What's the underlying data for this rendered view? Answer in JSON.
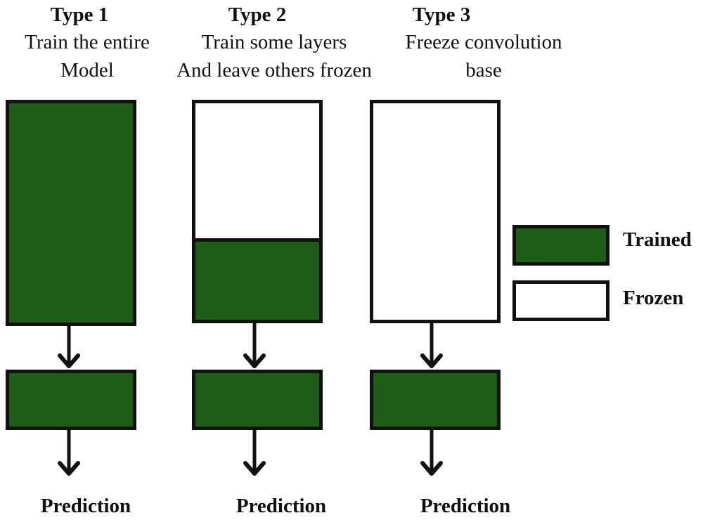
{
  "colors": {
    "trained": "#1e5d16",
    "frozen": "#ffffff",
    "outline": "#111111"
  },
  "columns": [
    {
      "title": "Type 1",
      "subtitle_lines": [
        "Train the entire",
        "Model"
      ],
      "base_trained_fraction": 1.0,
      "head": "trained",
      "output_label": "Prediction"
    },
    {
      "title": "Type 2",
      "subtitle_lines": [
        "Train some layers",
        "And leave others frozen"
      ],
      "base_trained_fraction": 0.36,
      "head": "trained",
      "output_label": "Prediction"
    },
    {
      "title": "Type 3",
      "subtitle_lines": [
        "Freeze convolution",
        "base"
      ],
      "base_trained_fraction": 0.0,
      "head": "trained",
      "output_label": "Prediction"
    }
  ],
  "legend": [
    {
      "label": "Trained",
      "state": "trained"
    },
    {
      "label": "Frozen",
      "state": "frozen"
    }
  ]
}
